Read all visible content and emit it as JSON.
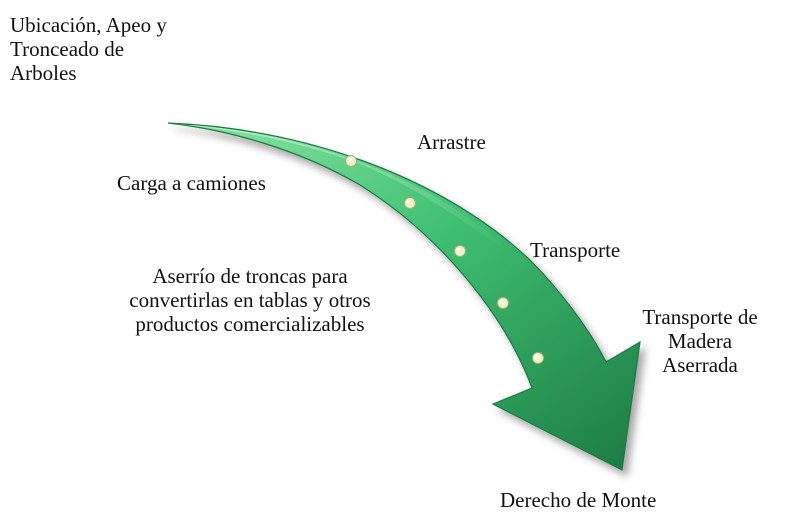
{
  "labels": {
    "step1": "Ubicación, Apeo y\nTronceado de\nArboles",
    "step2": "Arrastre",
    "step3": "Carga a camiones",
    "step4": "Transporte",
    "step5": "Aserrío de troncas para\nconvertirlas en tablas y otros\nproductos comercializables",
    "step6": "Transporte de\nMadera\nAserrada",
    "step7": "Derecho de Monte"
  },
  "colors": {
    "arrow_light": "#8ee6a8",
    "arrow_mid": "#3fbf72",
    "arrow_dark": "#1d7a43",
    "bead": "#eef3c8",
    "text": "#111111"
  },
  "bead_count": 5
}
